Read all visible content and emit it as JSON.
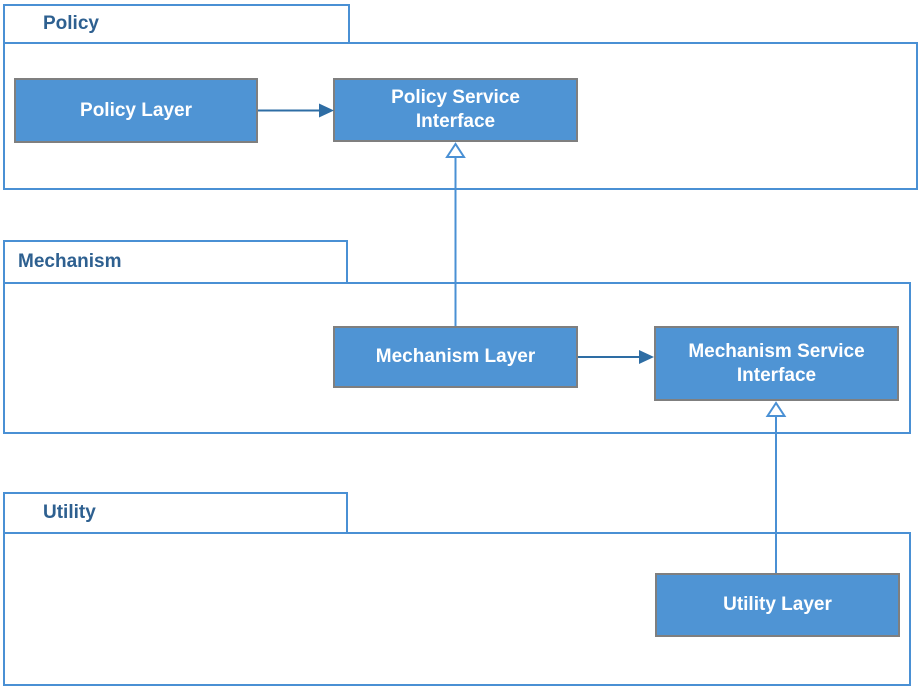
{
  "theme": {
    "background": "#FFFFFF",
    "package_border": "#4A90D4",
    "package_title": "#2E6090",
    "node_fill": "#4F94D4",
    "node_border": "#7F7F7F",
    "node_text": "#FFFFFF",
    "dependency_arrow": "#2E6DA4",
    "realization_line": "#4A90D4"
  },
  "diagram_type": "uml-package-layer-diagram",
  "packages": {
    "policy": {
      "title": "Policy"
    },
    "mechanism": {
      "title": "Mechanism"
    },
    "utility": {
      "title": "Utility"
    }
  },
  "nodes": {
    "policy_layer": {
      "label": "Policy Layer"
    },
    "policy_service_interface": {
      "label": "Policy Service Interface"
    },
    "mechanism_layer": {
      "label": "Mechanism Layer"
    },
    "mechanism_service_interface": {
      "label": "Mechanism Service Interface"
    },
    "utility_layer": {
      "label": "Utility Layer"
    }
  },
  "edges": [
    {
      "from": "Policy Layer",
      "to": "Policy Service Interface",
      "type": "dependency"
    },
    {
      "from": "Mechanism Layer",
      "to": "Policy Service Interface",
      "type": "realization"
    },
    {
      "from": "Mechanism Layer",
      "to": "Mechanism Service Interface",
      "type": "dependency"
    },
    {
      "from": "Utility Layer",
      "to": "Mechanism Service Interface",
      "type": "realization"
    }
  ]
}
